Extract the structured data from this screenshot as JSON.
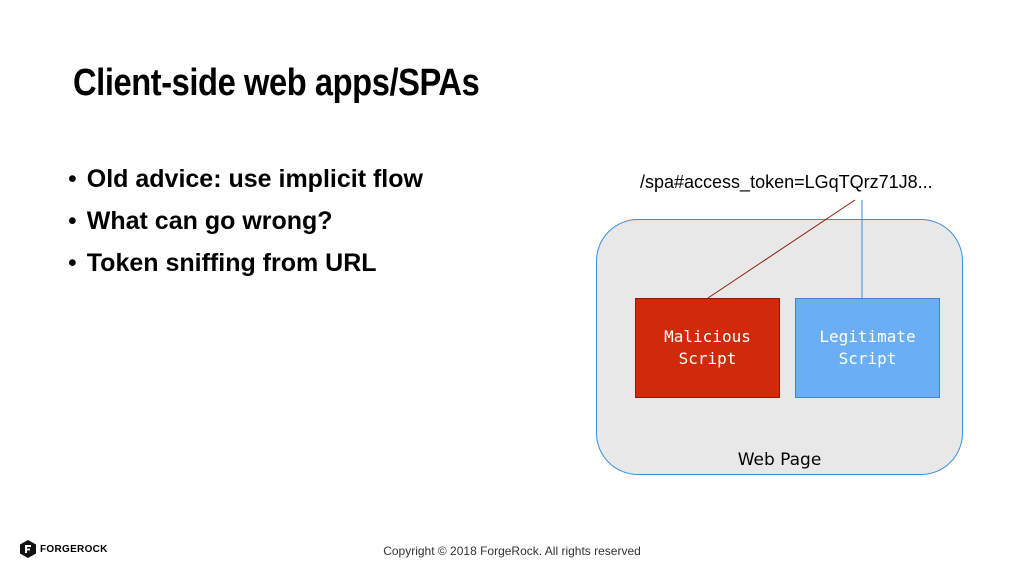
{
  "slide": {
    "title": "Client-side web apps/SPAs",
    "bullets": [
      "Old advice: use implicit flow",
      "What can go wrong?",
      "Token sniffing from URL"
    ],
    "bullet_marker": "•"
  },
  "diagram": {
    "url_text": "/spa#access_token=LGqTQrz71J8...",
    "container_label": "Web Page",
    "malicious_label": "Malicious\nScript",
    "legitimate_label": "Legitimate\nScript",
    "colors": {
      "malicious": "#d12a0a",
      "legitimate": "#6aaef5",
      "container_fill": "#e8e8e8",
      "container_border": "#3d8ee3",
      "malicious_arrow": "#8e1a05",
      "legitimate_arrow": "#3d8ee3"
    }
  },
  "footer": {
    "logo_text": "FORGEROCK",
    "logo_icon": "forgerock-logo-icon",
    "copyright": "Copyright © 2018 ForgeRock. All rights reserved"
  }
}
